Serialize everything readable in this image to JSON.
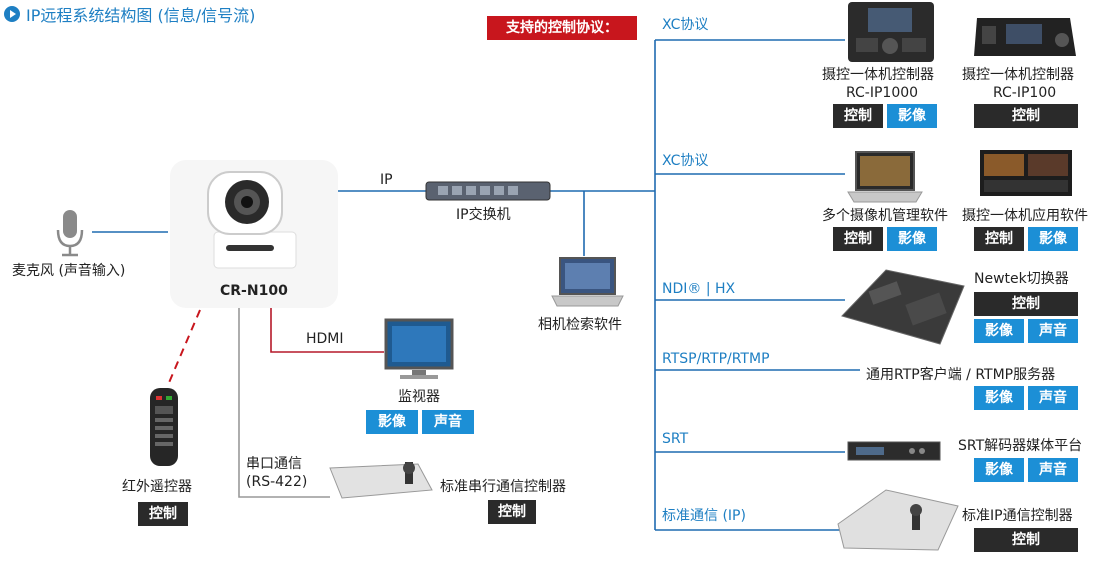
{
  "title": "IP远程系统结构图 (信息/信号流)",
  "protocols_header": "支持的控制协议：",
  "camera": {
    "name": "CR-N100"
  },
  "microphone": {
    "name": "麦克风 (声音输入)"
  },
  "ir_remote": {
    "name": "红外遥控器",
    "badges": [
      "控制"
    ]
  },
  "switch": {
    "name": "IP交换机",
    "link_label": "IP"
  },
  "search_software": {
    "name": "相机检索软件"
  },
  "monitor": {
    "name": "监视器",
    "link_label": "HDMI",
    "badges": [
      "影像",
      "声音"
    ]
  },
  "serial": {
    "link_label_1": "串口通信",
    "link_label_2": "(RS-422)",
    "device": "标准串行通信控制器",
    "badges": [
      "控制"
    ]
  },
  "protocols": [
    "XC协议",
    "XC协议",
    "NDI® | HX",
    "RTSP/RTP/RTMP",
    "SRT",
    "标准通信 (IP)"
  ],
  "devices": [
    {
      "name_1": "摄控一体机控制器",
      "name_2": "RC-IP1000",
      "badges": [
        "控制",
        "影像"
      ]
    },
    {
      "name_1": "摄控一体机控制器",
      "name_2": "RC-IP100",
      "badges": [
        "控制"
      ]
    },
    {
      "name_1": "多个摄像机管理软件",
      "badges": [
        "控制",
        "影像"
      ]
    },
    {
      "name_1": "摄控一体机应用软件",
      "badges": [
        "控制",
        "影像"
      ]
    },
    {
      "name_1": "Newtek切换器",
      "badges": [
        "控制",
        "影像",
        "声音"
      ]
    },
    {
      "name_1": "通用RTP客户端 / RTMP服务器",
      "badges": [
        "影像",
        "声音"
      ]
    },
    {
      "name_1": "SRT解码器媒体平台",
      "badges": [
        "影像",
        "声音"
      ]
    },
    {
      "name_1": "标准IP通信控制器",
      "badges": [
        "控制"
      ]
    }
  ],
  "colors": {
    "accent": "#1e7fc3",
    "header_red": "#c8161d",
    "badge_dark": "#2a2a2a",
    "badge_cyan": "#1c8fd6",
    "line": "#1f6bb0",
    "hdmi_line": "#b5192a"
  }
}
